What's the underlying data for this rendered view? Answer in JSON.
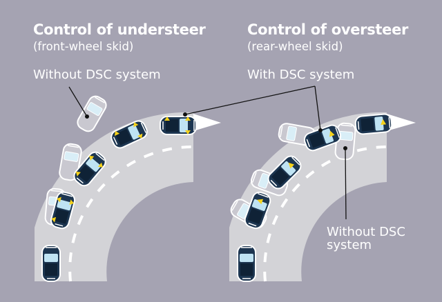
{
  "colors": {
    "background": "#a5a3b2",
    "road": "#d3d3d7",
    "lane_marking": "#ffffff",
    "car_body": "#1c3550",
    "car_window": "#bfe3f3",
    "brake_arrow": "#f6d21a",
    "ghost_car": "#ffffff"
  },
  "panels": [
    {
      "title": "Control of understeer",
      "subtitle": "(front-wheel skid)",
      "callouts": [
        {
          "text": "Without DSC system"
        }
      ]
    },
    {
      "title": "Control of oversteer",
      "subtitle": "(rear-wheel skid)",
      "callouts": [
        {
          "text": "With DSC system"
        },
        {
          "text_line1": "Without DSC",
          "text_line2": "system"
        }
      ]
    }
  ]
}
